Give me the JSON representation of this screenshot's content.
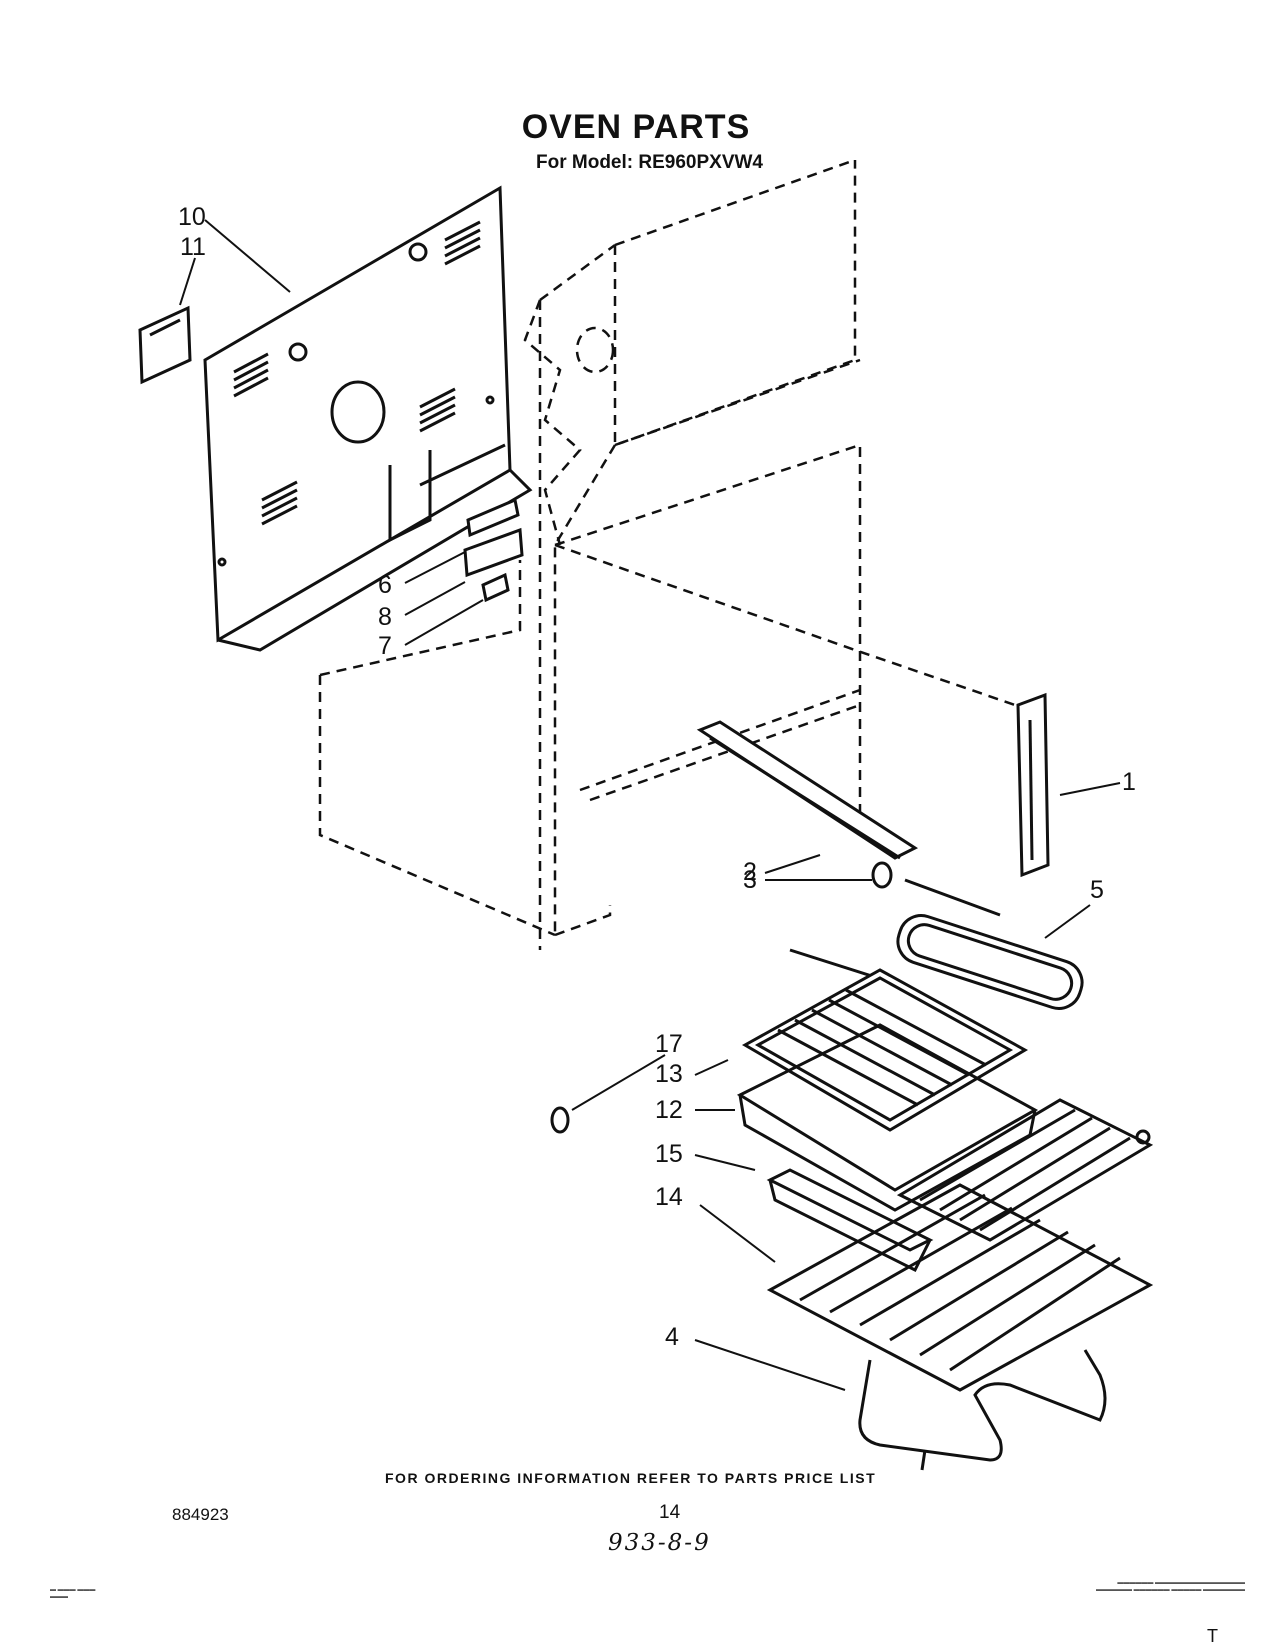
{
  "header": {
    "title": "OVEN PARTS",
    "subtitle": "For Model: RE960PXVW4"
  },
  "callouts": [
    "10",
    "11",
    "6",
    "8",
    "7",
    "1",
    "2",
    "3",
    "5",
    "17",
    "13",
    "12",
    "15",
    "14",
    "4"
  ],
  "footer": {
    "ordering_info": "FOR ORDERING INFORMATION REFER TO PARTS PRICE LIST",
    "doc_number": "884923",
    "page_number": "14",
    "handwritten_code": "933-8-9",
    "corner_mark": "T"
  }
}
